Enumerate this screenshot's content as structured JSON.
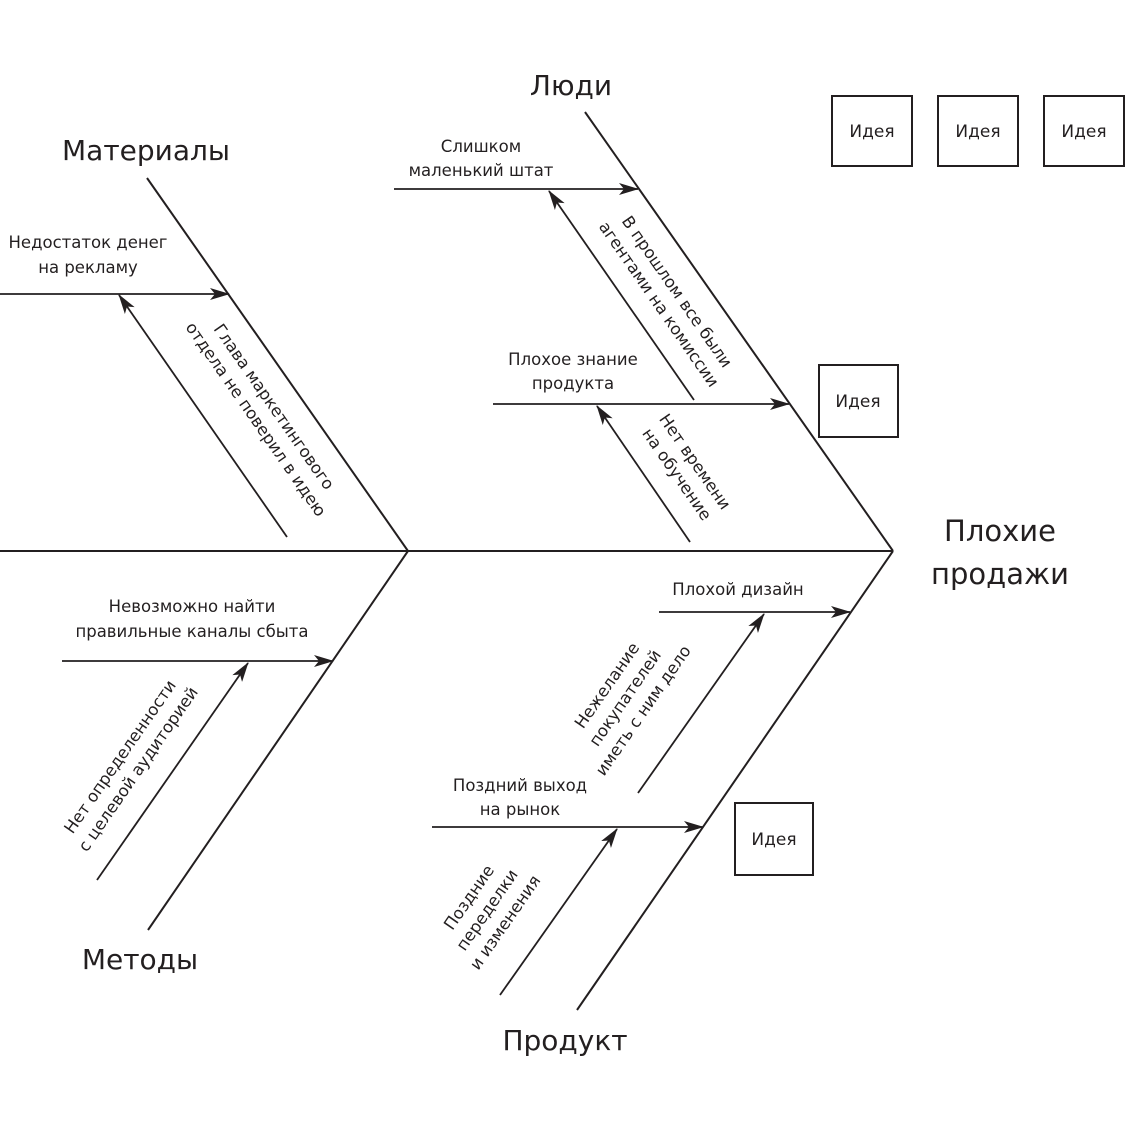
{
  "diagram": {
    "type": "fishbone",
    "effect": [
      "Плохие",
      "продажи"
    ],
    "categories": {
      "materials": {
        "title": "Материалы",
        "cause": [
          "Недостаток денег",
          "на рекламу"
        ],
        "subcause": [
          "Глава маркетингового",
          "отдела не поверил в идею"
        ]
      },
      "people": {
        "title": "Люди",
        "cause1": [
          "Слишком",
          "маленький штат"
        ],
        "subcause1": [
          "В прошлом все были",
          "агентами на комиссии"
        ],
        "cause2": [
          "Плохое знание",
          "продукта"
        ],
        "subcause2": [
          "Нет времени",
          "на обучение"
        ]
      },
      "methods": {
        "title": "Методы",
        "cause": [
          "Невозможно найти",
          "правильные каналы сбыта"
        ],
        "subcause": [
          "Нет определенности",
          "с целевой аудиторией"
        ]
      },
      "product": {
        "title": "Продукт",
        "cause1": [
          "Плохой дизайн"
        ],
        "subcause1": [
          "Нежелание",
          "покупателей",
          "иметь с ним дело"
        ],
        "cause2": [
          "Поздний выход",
          "на рынок"
        ],
        "subcause2": [
          "Поздние",
          "переделки",
          "и изменения"
        ]
      }
    },
    "ideas": [
      "Идея",
      "Идея",
      "Идея",
      "Идея",
      "Идея"
    ]
  }
}
